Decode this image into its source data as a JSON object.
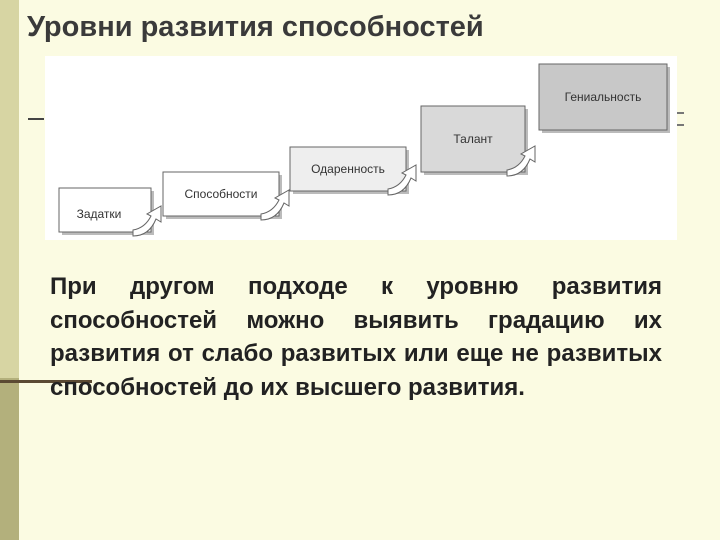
{
  "slide": {
    "title": "Уровни развития способностей",
    "body": "При другом подходе к уровню развития способностей можно выявить градацию их развития от слабо развитых или еще не развитых способностей до их высшего развития."
  },
  "diagram": {
    "steps": [
      {
        "label": "Задатки",
        "fill": "#ffffff"
      },
      {
        "label": "Способности",
        "fill": "#ffffff"
      },
      {
        "label": "Одаренность",
        "fill": "#eeeeee"
      },
      {
        "label": "Талант",
        "fill": "#d9d9d9"
      },
      {
        "label": "Гениальность",
        "fill": "#c8c8c8"
      }
    ],
    "arrow_icon": "curved-up-arrow-icon"
  },
  "colors": {
    "background": "#fbfbe2",
    "left_band": "#d7d5a3",
    "left_band_lower": "#b3b07c",
    "accent": "#5b4a33"
  }
}
